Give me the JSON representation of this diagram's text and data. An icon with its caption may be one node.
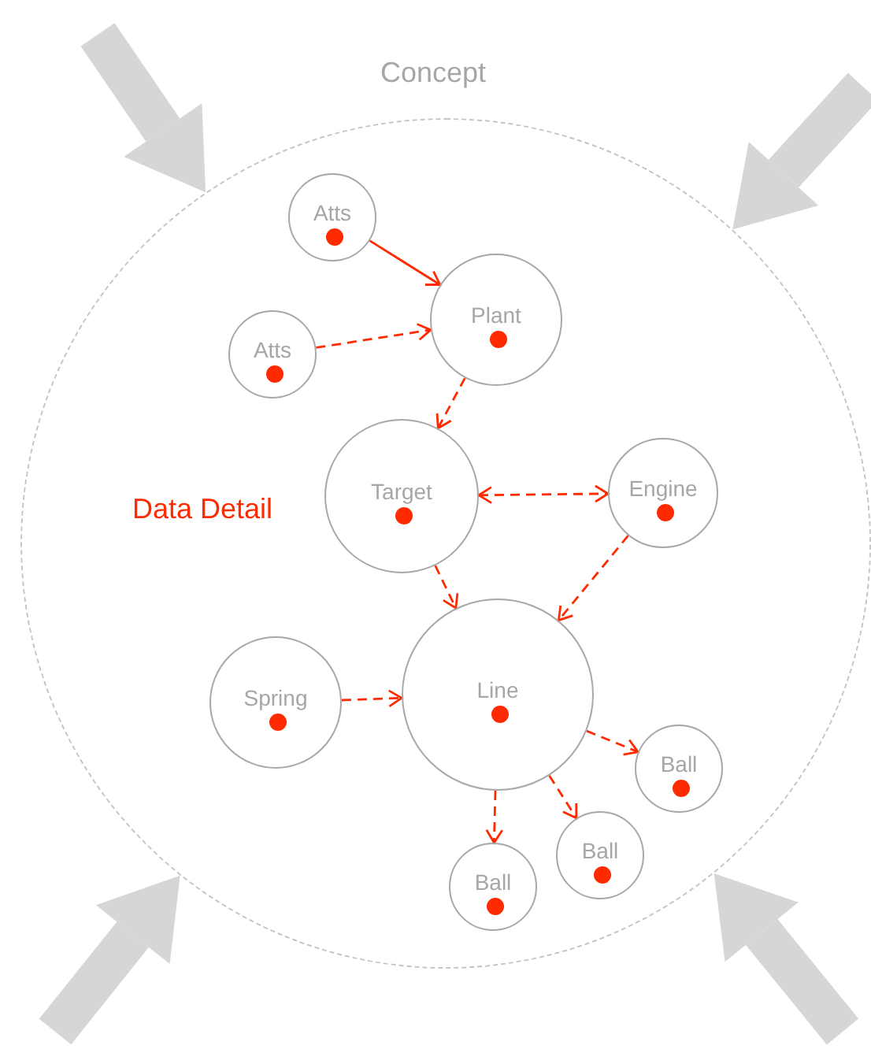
{
  "diagram": {
    "nodes": [
      {
        "text": [
          "Concept"
        ]
      },
      {
        "text": [
          "Atts"
        ],
        "in": 0
      },
      {
        "text": [
          "Plant"
        ],
        "in": 0
      },
      {
        "text": [
          "Atts"
        ],
        "in": 0
      },
      {
        "text": [
          "Target"
        ],
        "in": 0
      },
      {
        "text": [
          "Engine"
        ],
        "in": 0
      },
      {
        "text": [
          "Spring"
        ],
        "in": 0
      },
      {
        "text": [
          "Line"
        ],
        "in": 0
      },
      {
        "text": [
          "Ball"
        ],
        "in": 0
      },
      {
        "text": [
          "Ball"
        ],
        "in": 0
      },
      {
        "text": [
          "Ball"
        ],
        "in": 0
      }
    ],
    "edges": [
      {
        "from": 1,
        "to": 2,
        "arrow": "to"
      },
      {
        "from": 3,
        "to": 2,
        "arrow": "to",
        "style": "dashed"
      },
      {
        "from": 2,
        "to": 4,
        "arrow": "to",
        "style": "dashed"
      },
      {
        "from": 4,
        "to": 5,
        "arrow": "both",
        "style": "dashed"
      },
      {
        "from": 4,
        "to": 7,
        "arrow": "to",
        "style": "dashed"
      },
      {
        "from": 5,
        "to": 7,
        "arrow": "to",
        "style": "dashed"
      },
      {
        "from": 6,
        "to": 7,
        "arrow": "to",
        "style": "dashed"
      },
      {
        "from": 7,
        "to": 8,
        "arrow": "to",
        "style": "dashed"
      },
      {
        "from": 7,
        "to": 9,
        "arrow": "to",
        "style": "dashed"
      },
      {
        "from": 7,
        "to": 10,
        "arrow": "to",
        "style": "dashed"
      },
      {
        "from": null,
        "to": 0,
        "arrow": "to",
        "style": "thick",
        "color": "#d6d6d6"
      },
      {
        "from": null,
        "to": 0,
        "arrow": "to",
        "style": "thick",
        "color": "#d6d6d6"
      },
      {
        "from": null,
        "to": 0,
        "arrow": "to",
        "style": "thick",
        "color": "#d6d6d6"
      },
      {
        "from": null,
        "to": 0,
        "arrow": "to",
        "style": "thick",
        "color": "#d6d6d6"
      }
    ],
    "labels": [
      "Data Detail"
    ]
  }
}
